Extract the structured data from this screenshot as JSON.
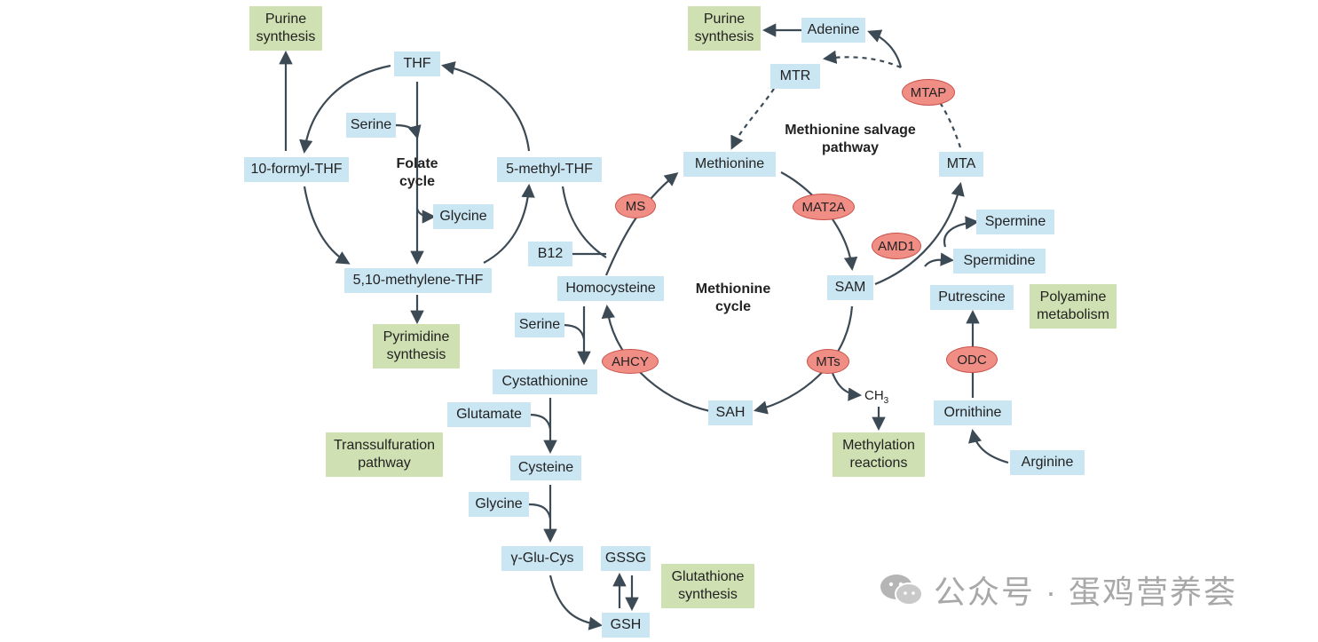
{
  "nodes": {
    "purine1": "Purine synthesis",
    "thf": "THF",
    "serine1": "Serine",
    "formyl_thf": "10-formyl-THF",
    "methyl_thf": "5-methyl-THF",
    "glycine1": "Glycine",
    "methylene_thf": "5,10-methylene-THF",
    "pyrimidine": "Pyrimidine synthesis",
    "b12": "B12",
    "purine2": "Purine synthesis",
    "adenine": "Adenine",
    "mtr": "MTR",
    "methionine": "Methionine",
    "mta": "MTA",
    "spermine": "Spermine",
    "spermidine": "Spermidine",
    "putrescine": "Putrescine",
    "polyamine": "Polyamine metabolism",
    "sam": "SAM",
    "homocysteine": "Homocysteine",
    "serine2": "Serine",
    "cystathionine": "Cystathionine",
    "glutamate": "Glutamate",
    "transsulfuration": "Transsulfuration pathway",
    "cysteine": "Cysteine",
    "glycine2": "Glycine",
    "gglucys": "γ-Glu-Cys",
    "gssg": "GSSG",
    "gsh": "GSH",
    "glutathione": "Glutathione synthesis",
    "sah": "SAH",
    "methylation": "Methylation reactions",
    "ornithine": "Ornithine",
    "arginine": "Arginine"
  },
  "enzymes": {
    "ms": "MS",
    "mat2a": "MAT2A",
    "mtap": "MTAP",
    "amd1": "AMD1",
    "ahcy": "AHCY",
    "mts": "MTs",
    "odc": "ODC"
  },
  "labels": {
    "folate_cycle": "Folate cycle",
    "salvage": "Methionine salvage pathway",
    "methionine_cycle": "Methionine cycle",
    "ch3": "CH",
    "ch3_sub": "3"
  },
  "watermark": {
    "text": "公众号 · 蛋鸡营养荟",
    "icon": "wechat-icon"
  },
  "colors": {
    "metabolite": "#cbe6f3",
    "process": "#cfe0b2",
    "enzyme": "#f08e86",
    "arrow": "#3c4a55"
  }
}
